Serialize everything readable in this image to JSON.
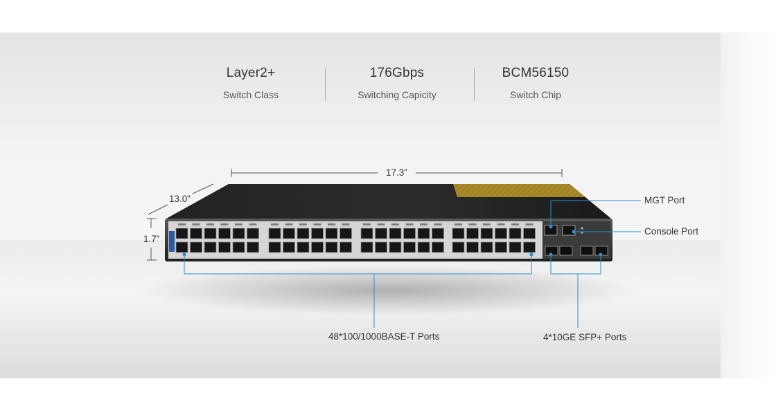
{
  "specs": [
    {
      "value": "Layer2+",
      "label": "Switch Class"
    },
    {
      "value": "176Gbps",
      "label": "Switching Capicity"
    },
    {
      "value": "BCM56150",
      "label": "Switch Chip"
    }
  ],
  "dimensions": {
    "width": "17.3”",
    "depth": "13.0”",
    "height": "1.7”"
  },
  "callouts": {
    "mgt_port": "MGT Port",
    "console_port": "Console Port",
    "rj45_ports": "48*100/1000BASE-T Ports",
    "sfp_ports": "4*10GE SFP+ Ports"
  },
  "colors": {
    "callout_line": "#2a8fd0",
    "dimension_line": "#555555",
    "chassis": "#1b1b1b",
    "warning_label": "#b8962a"
  }
}
